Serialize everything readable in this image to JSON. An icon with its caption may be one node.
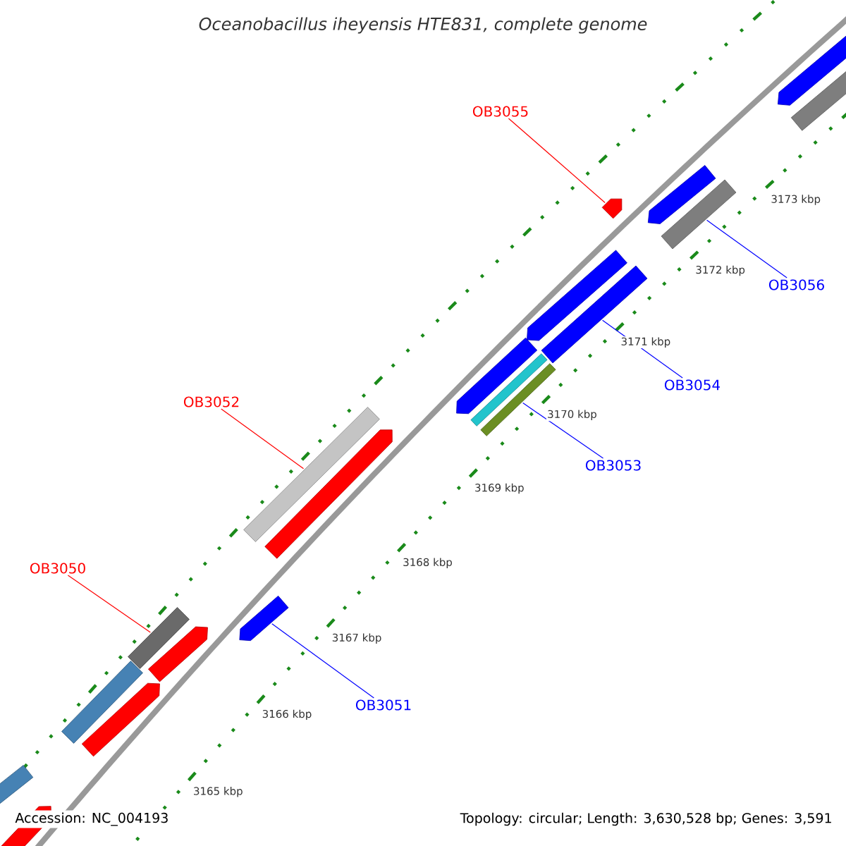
{
  "diagram": {
    "title": "Oceanobacillus iheyensis HTE831, complete genome",
    "nodes": [
      {
        "text": [
          "OB3055"
        ]
      },
      {
        "text": [],
        "shape": "pentagon"
      },
      {
        "text": [
          "OB3056"
        ]
      },
      {
        "text": [],
        "shape": "bar"
      },
      {
        "text": [
          "OB3054"
        ]
      },
      {
        "text": [],
        "shape": "bar"
      },
      {
        "text": [
          "OB3052"
        ]
      },
      {
        "text": [],
        "shape": "bar"
      },
      {
        "text": [
          "OB3053"
        ]
      },
      {
        "text": [],
        "shape": "bar"
      },
      {
        "text": [
          "OB3050"
        ]
      },
      {
        "text": [],
        "shape": "bar"
      },
      {
        "text": [
          "OB3051"
        ]
      },
      {
        "text": [],
        "shape": "pentagon"
      },
      {
        "text": [],
        "shape": "bar"
      },
      {
        "text": [],
        "shape": "pentagon"
      },
      {
        "text": [],
        "shape": "pentagon"
      },
      {
        "text": [],
        "shape": "pentagon"
      },
      {
        "text": [],
        "shape": "pentagon"
      },
      {
        "text": [],
        "shape": "pentagon"
      },
      {
        "text": [],
        "shape": "bar"
      },
      {
        "text": [],
        "shape": "pentagon"
      },
      {
        "text": [],
        "shape": "pentagon"
      },
      {
        "text": [],
        "shape": "bar"
      },
      {
        "text": [],
        "shape": "bar"
      },
      {
        "text": [],
        "shape": "pentagon"
      }
    ],
    "edges": [
      {
        "from": 0,
        "to": 1,
        "arrow": "none",
        "color": "#ff0000"
      },
      {
        "from": 2,
        "to": 3,
        "arrow": "none"
      },
      {
        "from": 4,
        "to": 5,
        "arrow": "none"
      },
      {
        "from": 6,
        "to": 7,
        "arrow": "none",
        "color": "#ff0000"
      },
      {
        "from": 8,
        "to": 9,
        "arrow": "none"
      },
      {
        "from": 10,
        "to": 11,
        "arrow": "none",
        "color": "#ff0000"
      },
      {
        "from": 12,
        "to": 13,
        "arrow": "none"
      }
    ],
    "labels": [
      "3173 kbp",
      "3172 kbp",
      "3171 kbp",
      "3170 kbp",
      "3169 kbp",
      "3168 kbp",
      "3167 kbp",
      "3166 kbp",
      "3165 kbp",
      "Accession: NC_004193",
      "Topology: circular; Length: 3,630,528 bp; Genes: 3,591"
    ]
  }
}
